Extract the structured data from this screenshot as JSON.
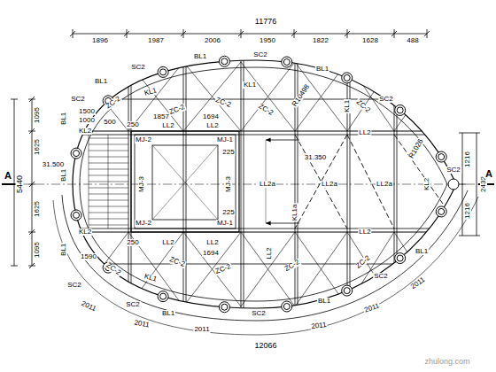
{
  "diagram": {
    "labels": [
      "11776",
      "1896",
      "1987",
      "2006",
      "1950",
      "1822",
      "1628",
      "488",
      "5440",
      "1095",
      "1625",
      "1625",
      "1095",
      "31.500",
      "SC2",
      "BL1",
      "SC2",
      "BL1",
      "SC2",
      "BL1",
      "SC2",
      "BL1",
      "BL1",
      "BL1",
      "SC2",
      "SC2",
      "BL1",
      "SC2",
      "BL1",
      "SC2",
      "BL1",
      "KL2",
      "SC2",
      "1216",
      "1216",
      "2432",
      "R10498",
      "R1026",
      "ZC-2",
      "KL1",
      "ZC-2",
      "KL1",
      "ZC-2",
      "ZC-2",
      "ZC-2",
      "1500",
      "1000",
      "500",
      "1857",
      "250",
      "1694",
      "LL2",
      "LL2",
      "KL2",
      "MJ-2",
      "MJ-1",
      "225",
      "MJ-3",
      "MJ-3",
      "LL2a",
      "LL2a",
      "LL2a",
      "31.350",
      "KL1",
      "KL1a",
      "LL2",
      "LL2",
      "LL2",
      "MJ-2",
      "MJ-1",
      "225",
      "KL2",
      "1590",
      "250",
      "LL2",
      "1694",
      "LL2",
      "ZC-2",
      "KL1",
      "ZC-2",
      "ZC-2",
      "ZC-2",
      "ZC-2",
      "2011",
      "2011",
      "2011",
      "2011",
      "2011",
      "2011",
      "12066",
      "A",
      "A",
      "zhulong.com"
    ]
  }
}
